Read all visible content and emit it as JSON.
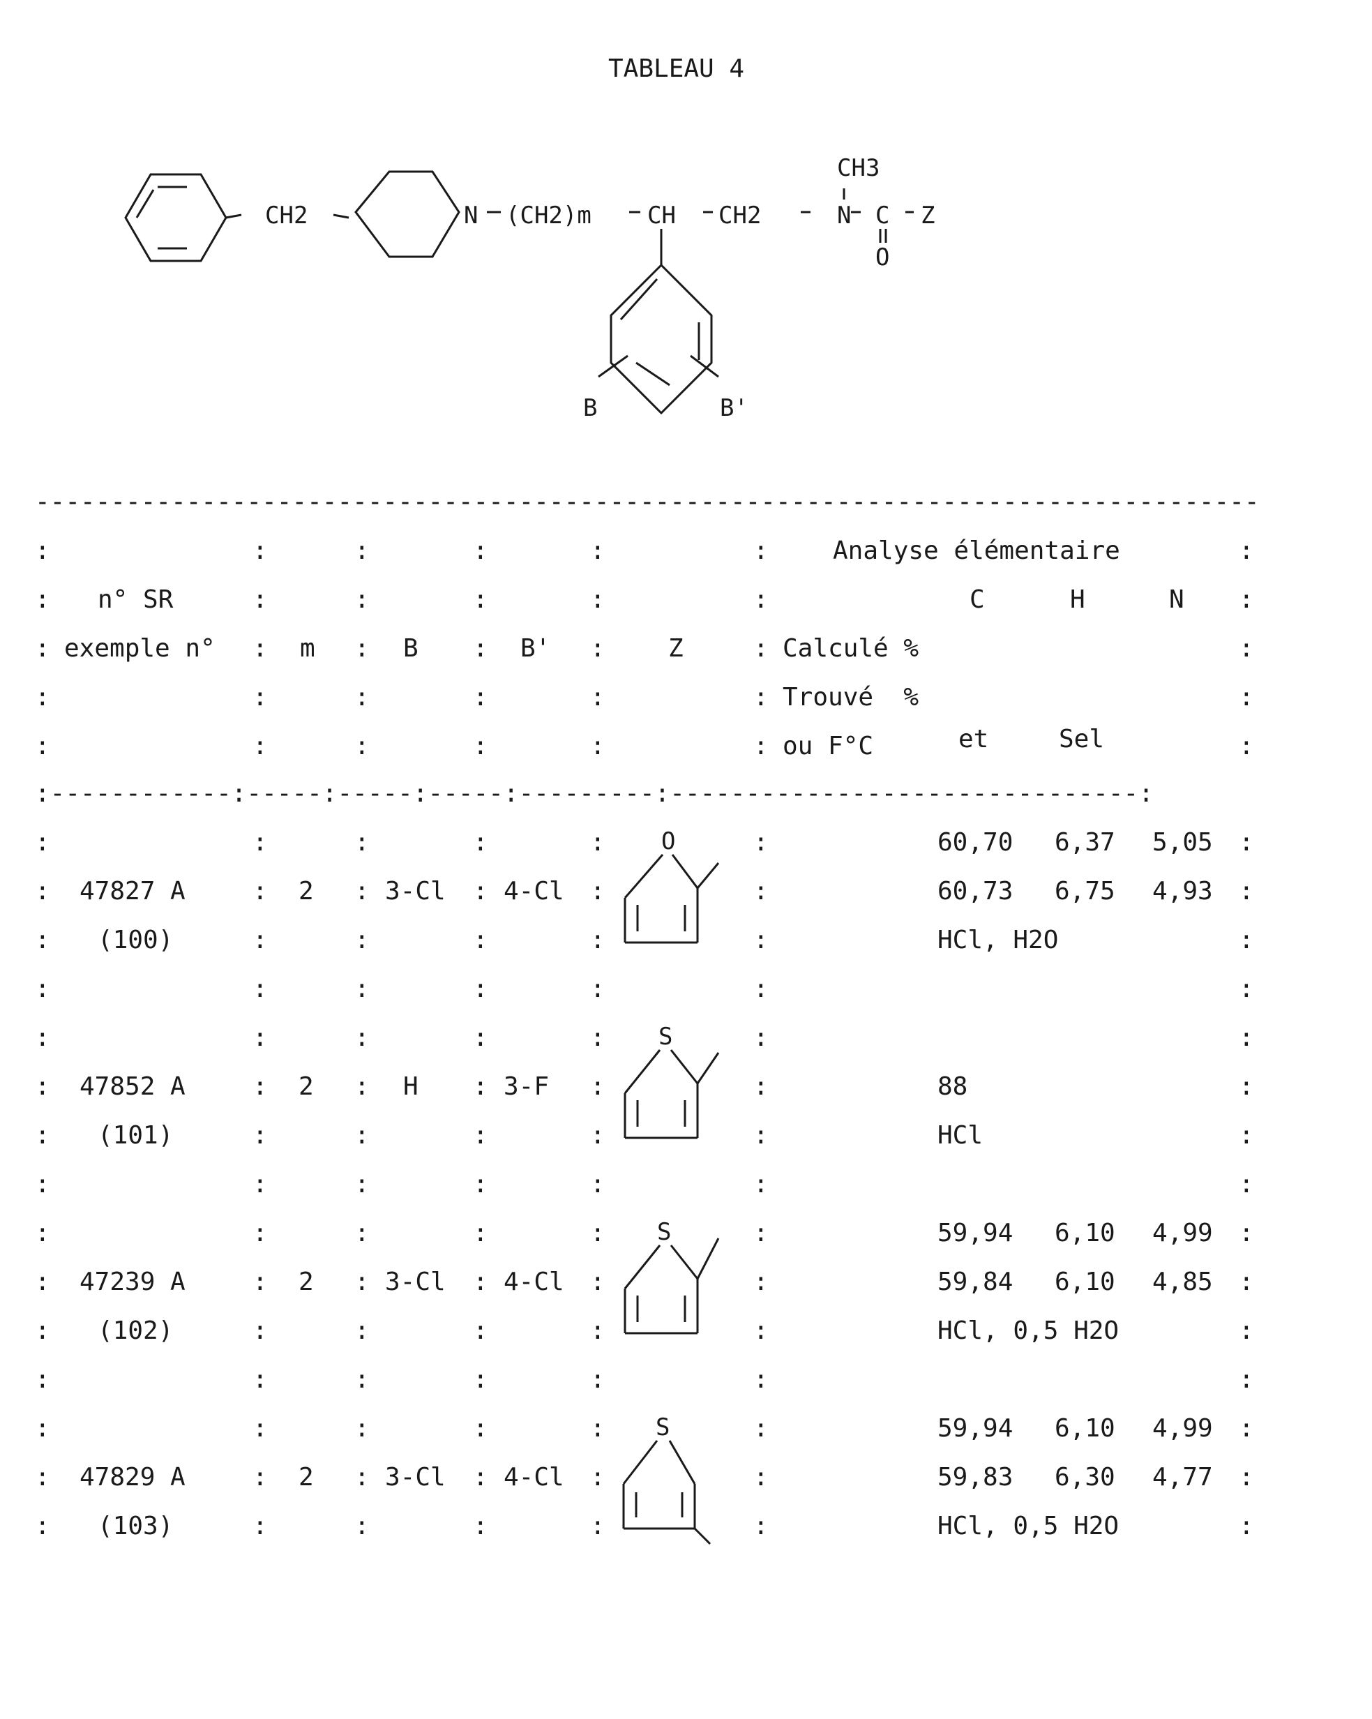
{
  "document": {
    "title": "TABLEAU 4",
    "formula": {
      "ch2_1": "CH2",
      "n_piperidine": "N",
      "ch2m": "(CH2)m",
      "ch": "CH",
      "ch2_2": "CH2",
      "n_amide": "N",
      "c": "C",
      "z": "Z",
      "ch3": "CH3",
      "o": "O",
      "b": "B",
      "b_prime": "B'"
    },
    "header": {
      "sr": "n° SR",
      "exemple": "exemple n°",
      "m": "m",
      "b": "B",
      "b_prime": "B'",
      "z": "Z",
      "analyse": "Analyse élémentaire",
      "c": "C",
      "h": "H",
      "n": "N",
      "calcule": "Calculé %",
      "trouve": "Trouvé  %",
      "fc": "ou F°C",
      "et": "et",
      "sel": "Sel"
    },
    "rows": [
      {
        "sr": "47827 A",
        "ex": "(100)",
        "m": "2",
        "b": "3-Cl",
        "b_prime": "4-Cl",
        "z_ring": "furan-2-yl",
        "z_atom": "O",
        "calc": [
          "60,70",
          "6,37",
          "5,05"
        ],
        "found": [
          "60,73",
          "6,75",
          "4,93"
        ],
        "fc": "",
        "salt": "HCl, H2O"
      },
      {
        "sr": "47852 A",
        "ex": "(101)",
        "m": "2",
        "b": "H",
        "b_prime": "3-F",
        "z_ring": "thiophen-2-yl",
        "z_atom": "S",
        "calc": [
          "",
          "",
          ""
        ],
        "found": [
          "",
          "",
          ""
        ],
        "fc": "88",
        "salt": "HCl"
      },
      {
        "sr": "47239 A",
        "ex": "(102)",
        "m": "2",
        "b": "3-Cl",
        "b_prime": "4-Cl",
        "z_ring": "thiophen-2-yl",
        "z_atom": "S",
        "calc": [
          "59,94",
          "6,10",
          "4,99"
        ],
        "found": [
          "59,84",
          "6,10",
          "4,85"
        ],
        "fc": "",
        "salt": "HCl, 0,5 H2O"
      },
      {
        "sr": "47829 A",
        "ex": "(103)",
        "m": "2",
        "b": "3-Cl",
        "b_prime": "4-Cl",
        "z_ring": "thiophen-3-yl",
        "z_atom": "S",
        "calc": [
          "59,94",
          "6,10",
          "4,99"
        ],
        "found": [
          "59,83",
          "6,30",
          "4,77"
        ],
        "fc": "",
        "salt": "HCl, 0,5 H2O"
      }
    ]
  }
}
